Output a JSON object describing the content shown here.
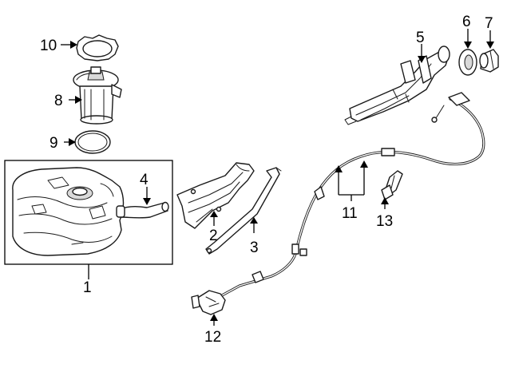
{
  "callouts": {
    "c1": "1",
    "c2": "2",
    "c3": "3",
    "c4": "4",
    "c5": "5",
    "c6": "6",
    "c7": "7",
    "c8": "8",
    "c9": "9",
    "c10": "10",
    "c11": "11",
    "c12": "12",
    "c13": "13"
  },
  "icons": {
    "fuel_tank": "fuel-tank-icon",
    "fuel_pump": "fuel-pump-icon",
    "filler_neck": "filler-neck-icon"
  }
}
